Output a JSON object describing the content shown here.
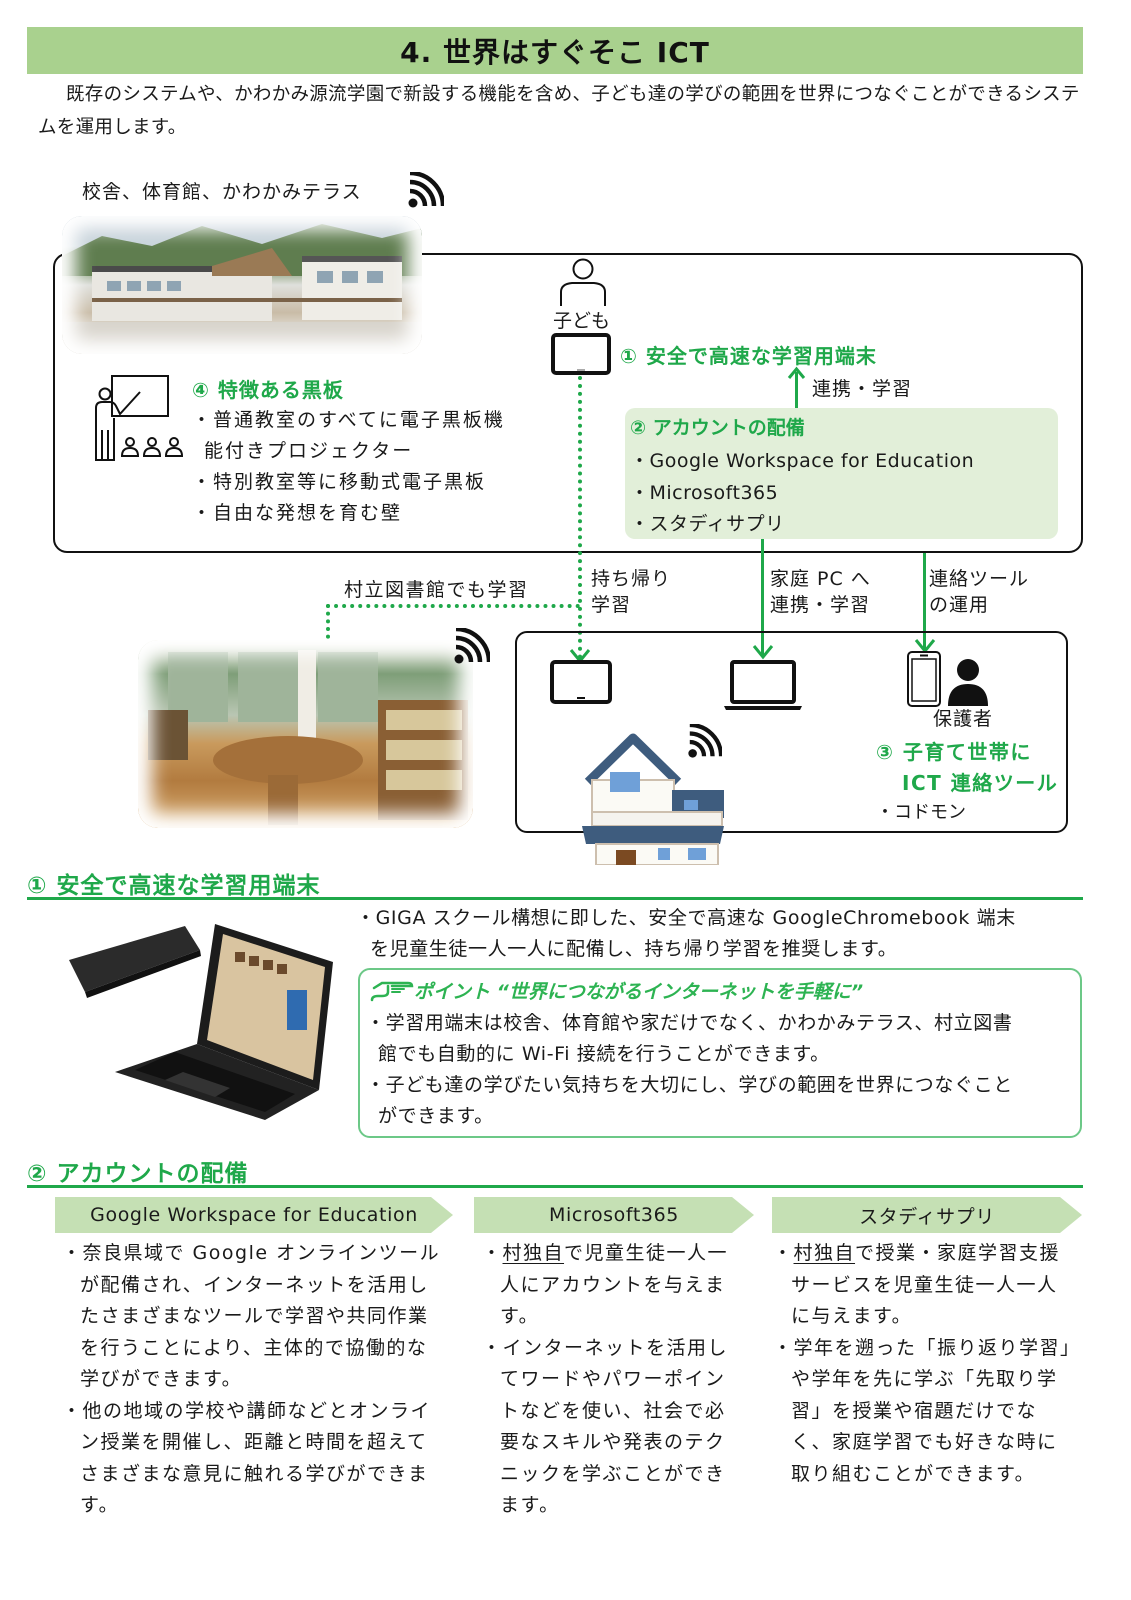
{
  "header": {
    "title": "4. 世界はすぐそこ ICT",
    "intro": "既存のシステムや、かわかみ源流学園で新設する機能を含め、子ども達の学びの範囲を世界につなぐことができるシステムを運用します。"
  },
  "diagram": {
    "school_caption": "校舎、体育館、かわかみテラス",
    "child_label": "子ども",
    "feature1_title": "① 安全で高速な学習用端末",
    "link_up_label": "連携・学習",
    "feature2": {
      "title": "② アカウントの配備",
      "items": [
        "・Google Workspace for Education",
        "・Microsoft365",
        "・スタディサプリ"
      ]
    },
    "feature4": {
      "title": "④ 特徴ある黒板",
      "items": [
        "・普通教室のすべてに電子黒板機",
        "能付きプロジェクター",
        "・特別教室等に移動式電子黒板",
        "・自由な発想を育む壁"
      ]
    },
    "library_label": "村立図書館でも学習",
    "takehome_label": [
      "持ち帰り",
      "学習"
    ],
    "homepc_label": [
      "家庭 PC へ",
      "連携・学習"
    ],
    "contact_label": [
      "連絡ツール",
      "の運用"
    ],
    "guardian_label": "保護者",
    "feature3": {
      "title_line1": "③ 子育て世帯に",
      "title_line2": "ICT 連絡ツール",
      "item": "・コドモン"
    }
  },
  "section1": {
    "heading": "① 安全で高速な学習用端末",
    "text_line1": "・GIGA スクール構想に即した、安全で高速な GoogleChromebook 端末",
    "text_line2": "を児童生徒一人一人に配備し、持ち帰り学習を推奨します。",
    "point": {
      "title": "ポイント “世界につながるインターネットを手軽に”",
      "lines": [
        "・学習用端末は校舎、体育館や家だけでなく、かわかみテラス、村立図書",
        "館でも自動的に Wi-Fi 接続を行うことができます。",
        "・子ども達の学びたい気持ちを大切にし、学びの範囲を世界につなぐこと",
        "ができます。"
      ]
    }
  },
  "section2": {
    "heading": "② アカウントの配備",
    "columns": [
      {
        "title": "Google Workspace for Education",
        "bullets": [
          {
            "underline": "",
            "text": "・奈良県域で Google オンラインツールが配備され、インターネットを活用したさまざまなツールで学習や共同作業を行うことにより、主体的で協働的な学びができます。"
          },
          {
            "underline": "",
            "text": "・他の地域の学校や講師などとオンライン授業を開催し、距離と時間を超えてさまざまな意見に触れる学びができます。"
          }
        ]
      },
      {
        "title": "Microsoft365",
        "bullets": [
          {
            "prefix": "・",
            "underline": "村独自",
            "text": "で児童生徒一人一人にアカウントを与えます。"
          },
          {
            "prefix": "",
            "underline": "",
            "text": "・インターネットを活用してワードやパワーポイントなどを使い、社会で必要なスキルや発表のテクニックを学ぶことができます。"
          }
        ]
      },
      {
        "title": "スタディサプリ",
        "bullets": [
          {
            "prefix": "・",
            "underline": "村独自",
            "text": "で授業・家庭学習支援サービスを児童生徒一人一人に与えます。"
          },
          {
            "prefix": "",
            "underline": "",
            "text": "・学年を遡った「振り返り学習」や学年を先に学ぶ「先取り学習」を授業や宿題だけでなく、家庭学習でも好きな時に取り組むことができます。"
          }
        ]
      }
    ]
  },
  "colors": {
    "title_bg": "#a9d18e",
    "accent_green": "#1fa84a",
    "light_green_box": "#e2efd9",
    "chevron_bg": "#c5e0b4"
  }
}
